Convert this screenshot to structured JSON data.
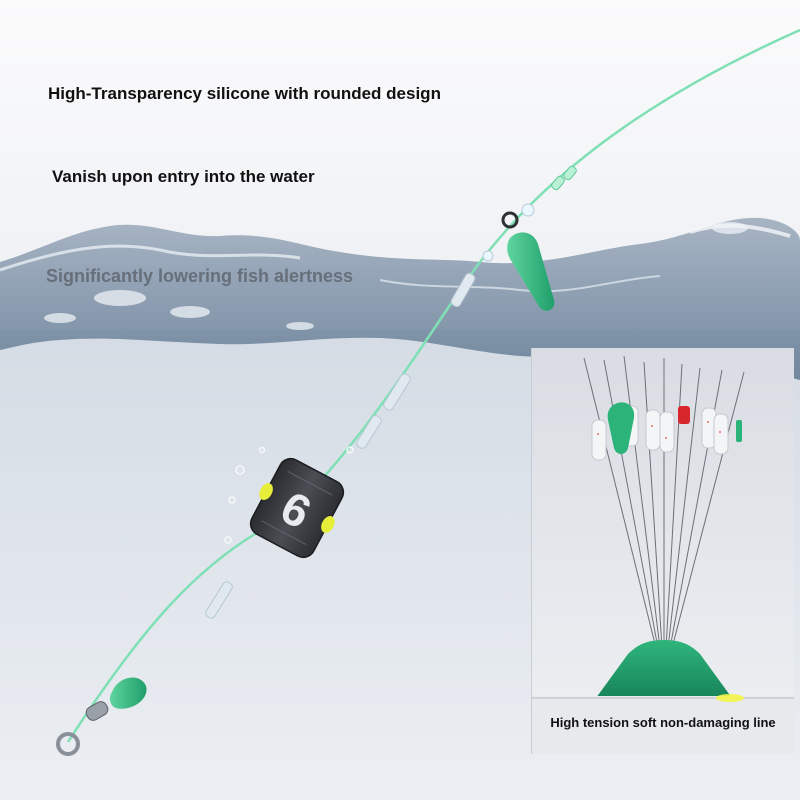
{
  "captions": {
    "line1": "High-Transparency silicone with rounded design",
    "line2": "Vanish upon entry into the water",
    "line3": "Significantly lowering fish alertness"
  },
  "inset": {
    "caption": "High tension soft non-damaging line"
  },
  "float_marking": "6",
  "colors": {
    "line": "#7fe0b6",
    "sinker_green": "#2bb37a",
    "base_green": "#1f9f6a",
    "water": "#8a9db3",
    "float_body": "#3b3d42",
    "accent_yellow": "#e6ee3a",
    "red_bead": "#d7262c"
  },
  "icons": [
    "swivel-ring-icon",
    "teardrop-sinker-icon",
    "float-icon",
    "bead-icon"
  ]
}
